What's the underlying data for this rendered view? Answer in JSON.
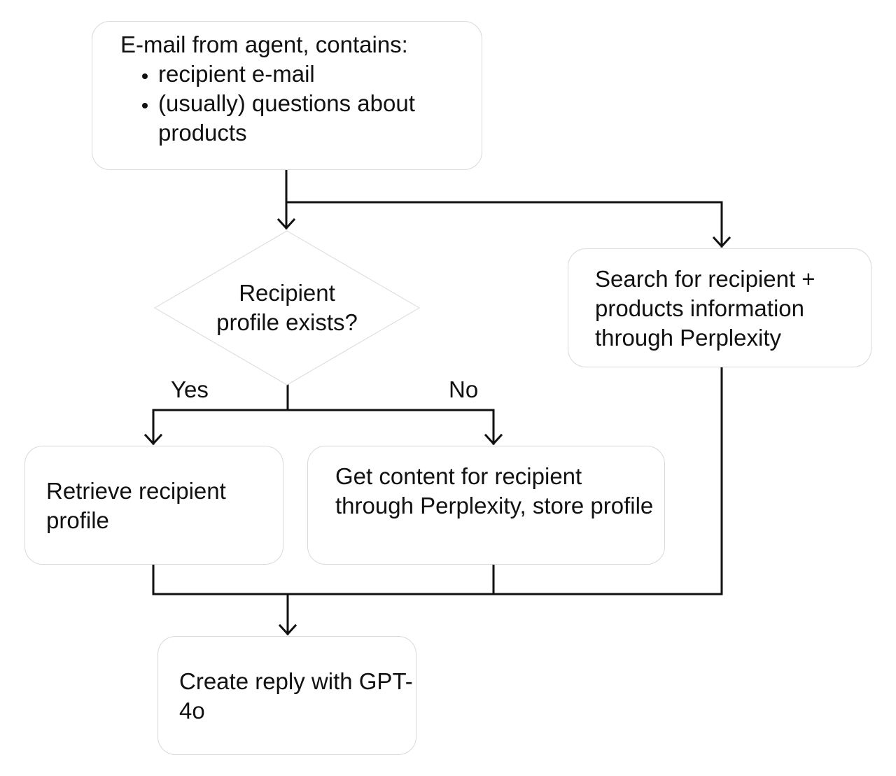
{
  "nodes": {
    "email": {
      "heading": "E-mail from agent, contains:",
      "items": [
        "recipient e-mail",
        "(usually) questions about products"
      ]
    },
    "decision": {
      "line1": "Recipient",
      "line2": "profile exists?"
    },
    "search": {
      "text": "Search for recipient + products information through Perplexity"
    },
    "retrieve": {
      "text": "Retrieve recipient profile"
    },
    "get_content": {
      "text": "Get content for recipient through Perplexity, store profile"
    },
    "reply": {
      "text": "Create reply with GPT-4o"
    }
  },
  "branches": {
    "yes": "Yes",
    "no": "No"
  },
  "colors": {
    "line": "#111111",
    "node_border": "#d9d9d9",
    "background": "#ffffff"
  }
}
